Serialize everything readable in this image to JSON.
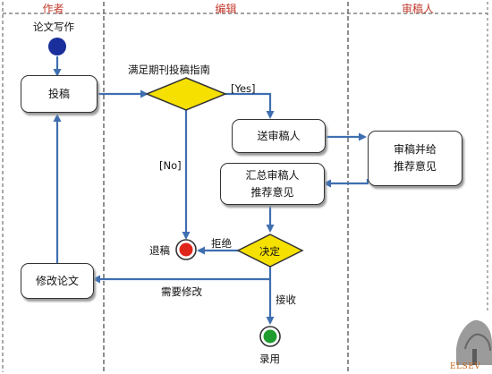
{
  "lanes": {
    "author": "作者",
    "editor": "编辑",
    "reviewer": "审稿人"
  },
  "nodes": {
    "start_label": "论文写作",
    "submit": "投稿",
    "decision1": "满足期刊投稿指南",
    "send_to_reviewer": "送审稿人",
    "review_line1": "审稿并给",
    "review_line2": "推荐意见",
    "summary_line1": "汇总审稿人",
    "summary_line2": "推荐意见",
    "decision2": "决定",
    "reject": "退稿",
    "revise": "修改论文",
    "accept": "录用"
  },
  "edges": {
    "yes": "[Yes]",
    "no": "[No]",
    "reject_edge": "拒绝",
    "revise_edge": "需要修改",
    "accept_edge": "接收"
  },
  "colors": {
    "lane_title": "#c0392b",
    "arrow_blue": "#3f6fb0",
    "start_node": "#1a2f9c",
    "decision_fill": "#f5e000",
    "reject_node": "#e0251b",
    "end_node": "#1f9c2e",
    "logo_text": "#c26a1f"
  },
  "logo": {
    "text": "ELSEV"
  }
}
